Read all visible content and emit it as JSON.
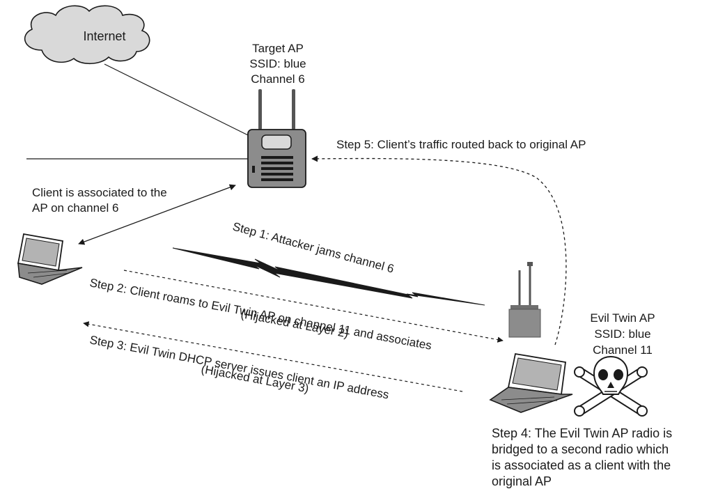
{
  "cloud": {
    "label": "Internet"
  },
  "target_ap": {
    "line1": "Target AP",
    "line2": "SSID: blue",
    "line3": "Channel 6"
  },
  "evil_ap": {
    "line1": "Evil Twin AP",
    "line2": "SSID: blue",
    "line3": "Channel 11"
  },
  "client_assoc": {
    "line1": "Client is associated to the",
    "line2": "AP on channel 6"
  },
  "step1": "Step 1: Attacker jams channel 6",
  "step2": {
    "line1": "Step 2: Client roams to Evil Twin AP on channel 11 and associates",
    "line2": "(Hijacked at Layer 2)"
  },
  "step3": {
    "line1": "Step 3: Evil Twin DHCP server issues client an IP address",
    "line2": "(Hijacked at Layer 3)"
  },
  "step4": {
    "line1": "Step 4: The Evil Twin AP radio is",
    "line2": "bridged to a second radio which",
    "line3": "is associated as a client with the",
    "line4": "original AP"
  },
  "step5": "Step 5: Client’s traffic routed back to original AP",
  "colors": {
    "ink": "#1a1a1a",
    "device_gray": "#8c8c8c",
    "cloud_fill": "#d9d9d9",
    "screen_gray": "#b3b3b3"
  }
}
